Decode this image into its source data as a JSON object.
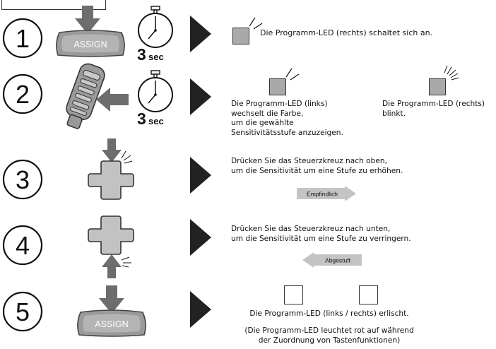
{
  "steps": [
    {
      "number": "1",
      "button_label": "ASSIGN",
      "timer_value": "3",
      "timer_unit": "sec",
      "description": "Die Programm-LED (rechts) schaltet sich an."
    },
    {
      "number": "2",
      "timer_value": "3",
      "timer_unit": "sec",
      "left_description": [
        "Die Programm-LED (links)",
        "wechselt die Farbe,",
        "um die gewählte",
        "Sensitivitätsstufe anzuzeigen."
      ],
      "right_description": [
        "Die Programm-LED (rechts)",
        "blinkt."
      ]
    },
    {
      "number": "3",
      "description": [
        "Drücken Sie das Steuerzkreuz nach oben,",
        "um die Sensitivität um eine Stufe zu erhöhen."
      ],
      "arrow_label": "Empfindlich"
    },
    {
      "number": "4",
      "description": [
        "Drücken Sie das Steuerzkreuz nach unten,",
        "um die Sensitivität um eine Stufe zu verringern."
      ],
      "arrow_label": "Abgestuft"
    },
    {
      "number": "5",
      "button_label": "ASSIGN",
      "description": "Die Programm-LED (links / rechts) erlischt.",
      "note": [
        "(Die Programm-LED leuchtet rot auf während",
        "der Zuordnung von Tastenfunktionen)"
      ]
    }
  ],
  "colors": {
    "led_on": "#a9a9a9",
    "arrow": "#6d6d6d",
    "pointer": "#222222",
    "gradient_arrow": "#c4c4c4"
  },
  "icons": [
    "number-circle",
    "down-arrow-icon",
    "left-arrow-icon",
    "up-arrow-icon",
    "stopwatch-icon",
    "assign-button",
    "remote-control-icon",
    "d-pad-icon",
    "right-triangle-pointer-icon",
    "led-indicator"
  ]
}
